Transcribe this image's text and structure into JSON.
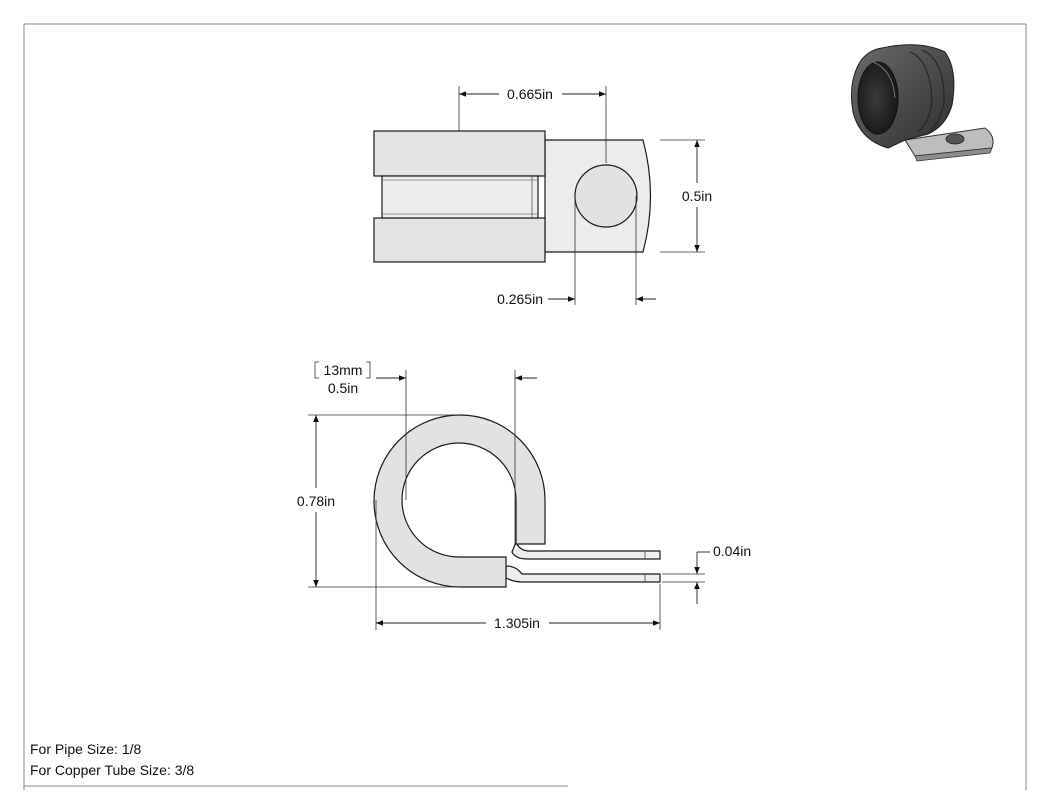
{
  "drawing": {
    "dimensions": {
      "top_width": "0.665in",
      "top_height": "0.5in",
      "hole": "0.265in",
      "band_metric": "13mm",
      "band_imperial": "0.5in",
      "overall_height": "0.78in",
      "thickness": "0.04in",
      "overall_length": "1.305in"
    },
    "notes": {
      "pipe_size": "For Pipe Size: 1/8",
      "copper_tube_size": "For Copper Tube Size: 3/8"
    }
  },
  "colors": {
    "part_fill": "#e6e6e6",
    "cushion_dark": "#4a4a4a",
    "metal_light": "#c9c9c9"
  }
}
